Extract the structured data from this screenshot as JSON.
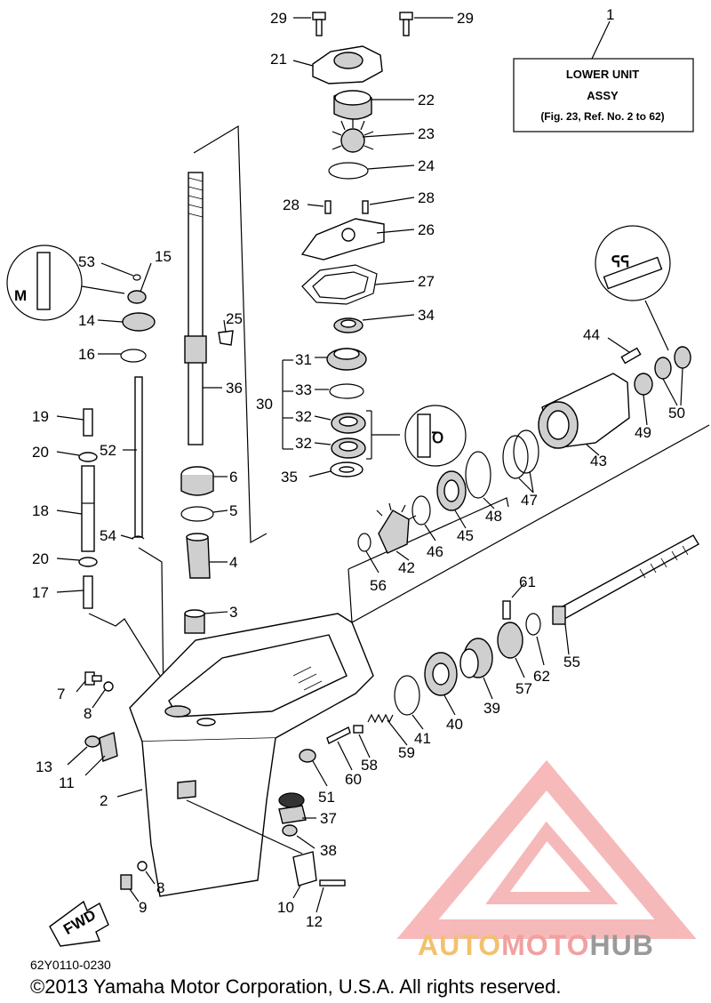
{
  "drawing_code": "62Y0110-0230",
  "copyright": "©2013 Yamaha Motor Corporation, U.S.A. All rights reserved.",
  "assy_box": {
    "ref": "1",
    "line1": "LOWER UNIT",
    "line2": "ASSY",
    "line3": "(Fig. 23, Ref. No. 2 to 62)"
  },
  "fwd_label": "FWD",
  "watermark": {
    "part1": "AUTO",
    "part2": "MOTO",
    "part3": "HUB"
  },
  "callouts": {
    "c29a": "29",
    "c29b": "29",
    "c21": "21",
    "c22": "22",
    "c23": "23",
    "c24": "24",
    "c28a": "28",
    "c28b": "28",
    "c26": "26",
    "c27": "27",
    "c34": "34",
    "c31": "31",
    "c30": "30",
    "c33": "33",
    "c32a": "32",
    "c32b": "32",
    "c35": "35",
    "c53": "53",
    "c15": "15",
    "c14": "14",
    "c16": "16",
    "c25": "25",
    "c36": "36",
    "c19": "19",
    "c20a": "20",
    "c52": "52",
    "c18": "18",
    "c54": "54",
    "c20b": "20",
    "c17": "17",
    "c6": "6",
    "c5": "5",
    "c4": "4",
    "c3": "3",
    "c44": "44",
    "c50": "50",
    "c49": "49",
    "c43": "43",
    "c47": "47",
    "c48": "48",
    "c45": "45",
    "c46": "46",
    "c42": "42",
    "c56": "56",
    "c61": "61",
    "c55": "55",
    "c62": "62",
    "c57": "57",
    "c39": "39",
    "c40": "40",
    "c41": "41",
    "c59": "59",
    "c58": "58",
    "c60": "60",
    "c51": "51",
    "c7": "7",
    "c8a": "8",
    "c13": "13",
    "c11": "11",
    "c2": "2",
    "c37": "37",
    "c38": "38",
    "c8b": "8",
    "c9": "9",
    "c10": "10",
    "c12": "12"
  },
  "colors": {
    "watermark_red": "#f08080",
    "watermark_yellow": "#f2c16e",
    "watermark_gray": "#9a9a9a"
  }
}
